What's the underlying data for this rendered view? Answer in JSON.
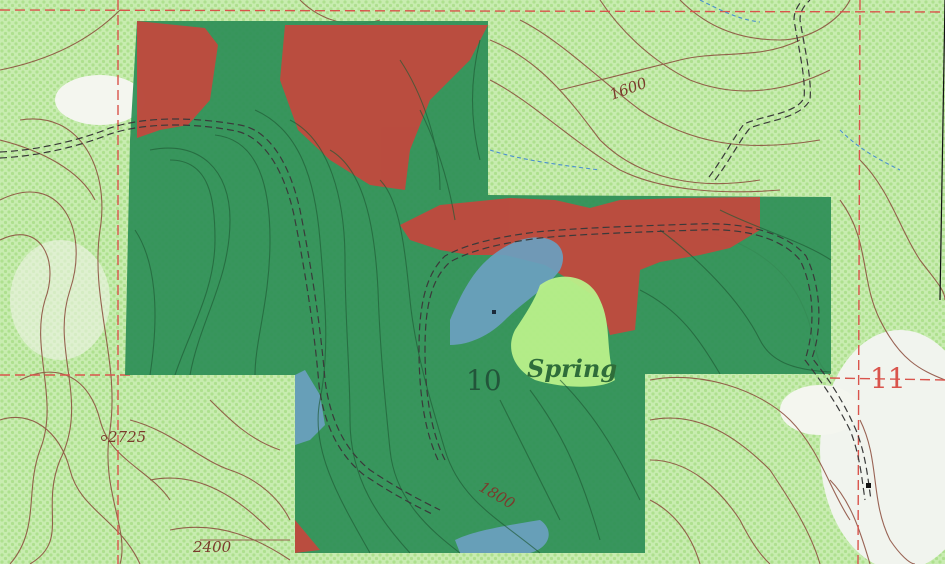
{
  "map": {
    "labels": {
      "contour_1600": "1600",
      "contour_1800": "1800",
      "contour_2400": "2400",
      "contour_2725": "2725",
      "section_10": "10",
      "section_11": "11",
      "feature_spring": "Spring"
    },
    "colors": {
      "base_background": "#eef3e6",
      "vegetation_green": "#c4eba7",
      "contour_brown": "#8a4a3a",
      "section_line_red": "#d9544c",
      "zone_dark_green": "#2f8f57",
      "zone_red": "#c4473d",
      "zone_blue": "#6a9fc0",
      "zone_light_green": "#b9f08a",
      "road_dark": "#3a3a3a"
    }
  }
}
